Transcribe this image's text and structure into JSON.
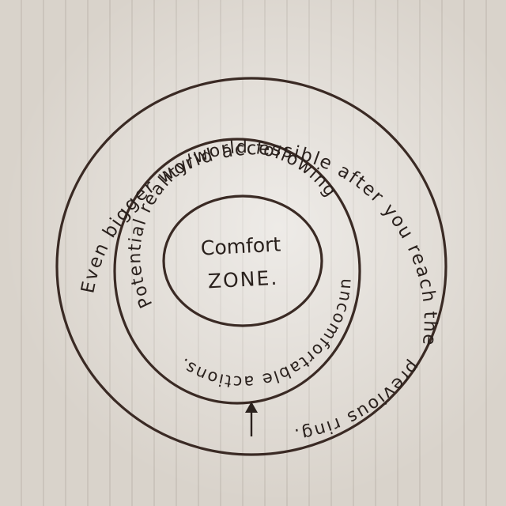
{
  "diagram": {
    "center_text": [
      "Comfort",
      "ZONE."
    ],
    "middle_ring_top": "Potential reality/world following",
    "middle_ring_bottom": "uncomfortable actions.",
    "outer_ring_top": "Even bigger world accessible after you reach the",
    "outer_ring_bottom": "previous ring.",
    "ink_color": "#2a211d",
    "arrow_icon": "arrow-up-icon"
  }
}
